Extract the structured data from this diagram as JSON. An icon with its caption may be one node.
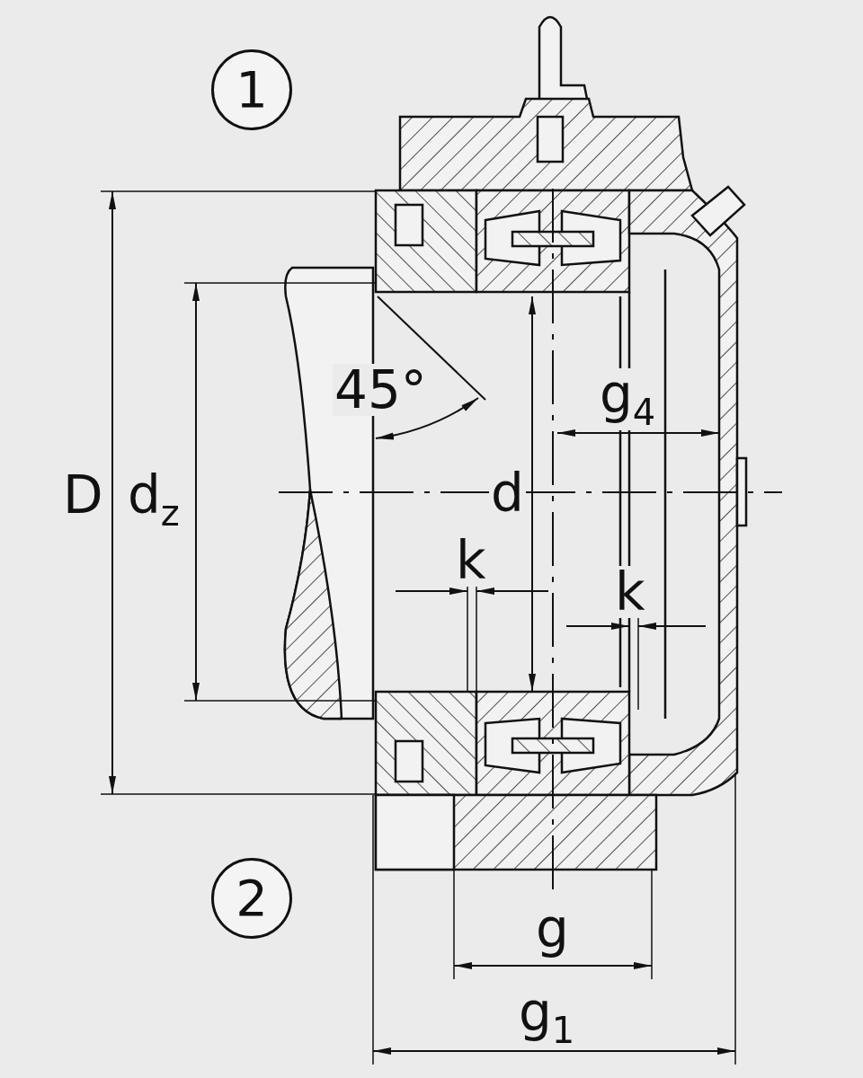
{
  "diagram": {
    "nodes": [
      {
        "text": [
          "1"
        ]
      },
      {
        "text": [
          "2"
        ]
      }
    ],
    "edges": [],
    "labels": [
      "45°",
      "g$_{4}$",
      "D",
      "d$_{z}$",
      "d",
      "k",
      "k",
      "g",
      "g$_{1}$"
    ]
  }
}
